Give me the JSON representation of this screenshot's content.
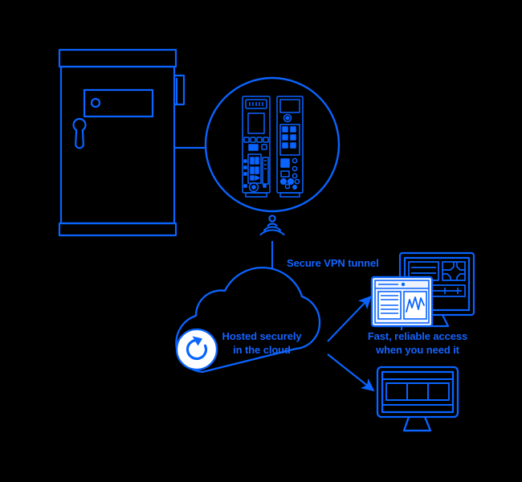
{
  "diagram": {
    "title": "Secure remote access to field cabinet equipment via VPN and cloud",
    "background_color": "#000000",
    "line_color": "#0a64ff",
    "accent_color": "#1464ff",
    "fill_color": "#ffffff",
    "panel_tint": "#eef4ff"
  },
  "labels": {
    "vpn_tunnel": "Secure VPN tunnel",
    "cloud_line_1": "Hosted securely",
    "cloud_line_2": "in the cloud",
    "access_line_1": "Fast, reliable access",
    "access_line_2": "when you need it"
  },
  "nodes": {
    "cabinet": {
      "name": "Field equipment cabinet",
      "has_top_cap": true,
      "has_bottom_plinth": true,
      "has_vent_window": true,
      "has_keyhole": true,
      "has_side_latch": true
    },
    "magnifier": {
      "name": "Detail callout circle",
      "devices": [
        {
          "name": "Traffic controller unit",
          "position": "left"
        },
        {
          "name": "Network switch / modem unit",
          "position": "right"
        }
      ]
    },
    "antenna": {
      "name": "Wireless signal emitter",
      "wave_count": 3
    },
    "cloud": {
      "name": "Cloud hosting",
      "badge": "sync-refresh"
    },
    "monitor_large": {
      "name": "Desktop monitor with dashboard",
      "screen_regions": [
        "data list panel",
        "intersection map panel",
        "timeline bar"
      ]
    },
    "browser_window": {
      "name": "Application window",
      "screen_regions": [
        "title bar",
        "text list panel",
        "line chart panel"
      ]
    },
    "monitor_small": {
      "name": "Second desktop monitor",
      "screen_regions": [
        "header bar",
        "three column row",
        "two stacked rows"
      ]
    }
  },
  "connections": [
    {
      "from": "cabinet",
      "to": "magnifier",
      "style": "line"
    },
    {
      "from": "antenna",
      "to": "cloud",
      "style": "arrow",
      "label": "Secure VPN tunnel"
    },
    {
      "from": "cloud",
      "to": "browser_window",
      "style": "arrow"
    },
    {
      "from": "cloud",
      "to": "monitor_small",
      "style": "arrow"
    }
  ]
}
